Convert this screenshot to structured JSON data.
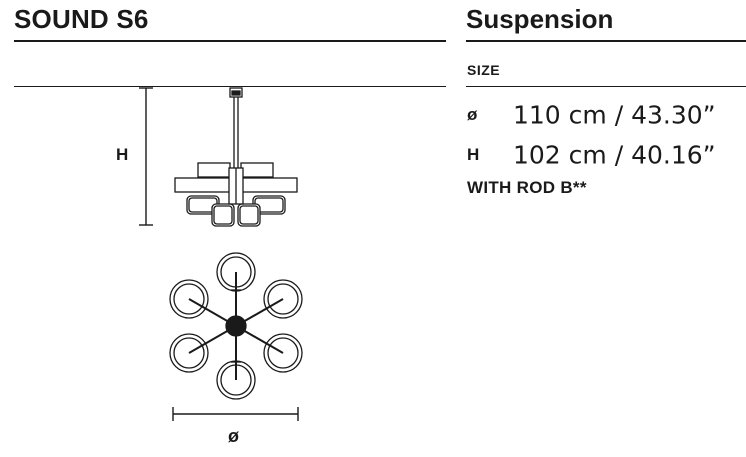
{
  "header": {
    "product_name": "SOUND S6",
    "product_type": "Suspension"
  },
  "specs": {
    "section_label": "SIZE",
    "diameter": {
      "symbol": "ø",
      "value": "110 cm / 43.30”"
    },
    "height": {
      "symbol": "H",
      "value": "102 cm / 40.16”"
    },
    "note": "WITH ROD B**"
  },
  "drawing": {
    "height_label": "H",
    "diameter_label": "ø",
    "icons": [
      "side-view-lamp-icon",
      "top-view-lamp-icon"
    ]
  }
}
